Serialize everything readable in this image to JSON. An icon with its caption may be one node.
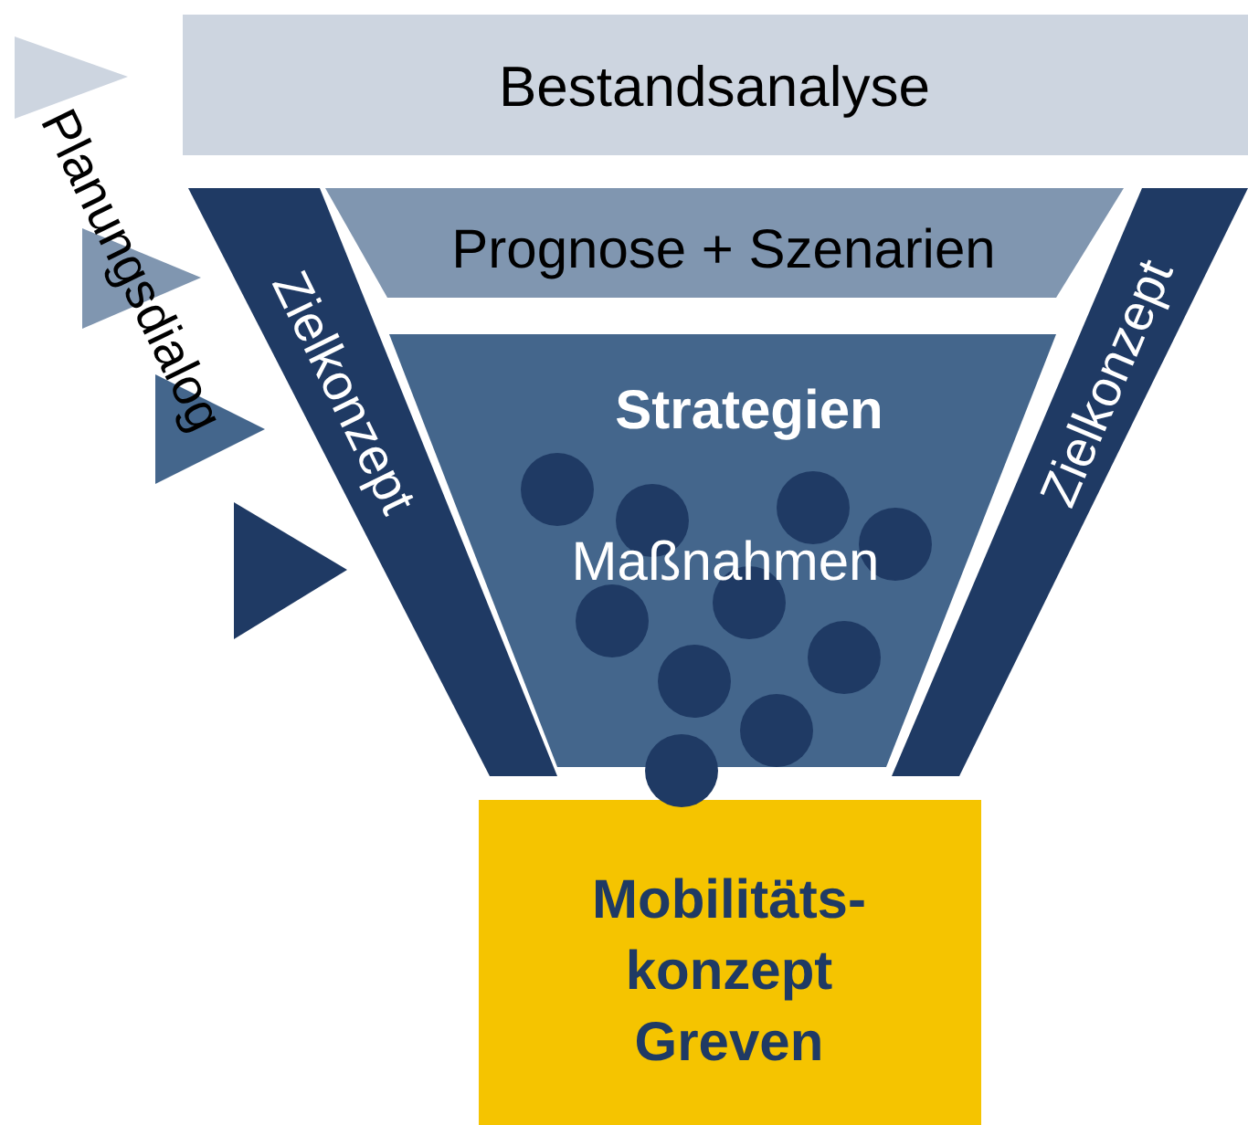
{
  "diagram": {
    "nodes": [
      {
        "text": [
          "Bestandsanalyse"
        ]
      },
      {
        "text": [
          "Prognose + Szenarien"
        ]
      },
      {
        "text": [
          "Strategien",
          "Maßnahmen"
        ]
      },
      {
        "text": [
          "Zielkonzept"
        ]
      },
      {
        "text": [
          "Zielkonzept"
        ]
      },
      {
        "text": [
          "Mobilitäts- konzept Greven"
        ]
      }
    ],
    "edges": [],
    "labels": [
      "Planungsdialog"
    ]
  }
}
